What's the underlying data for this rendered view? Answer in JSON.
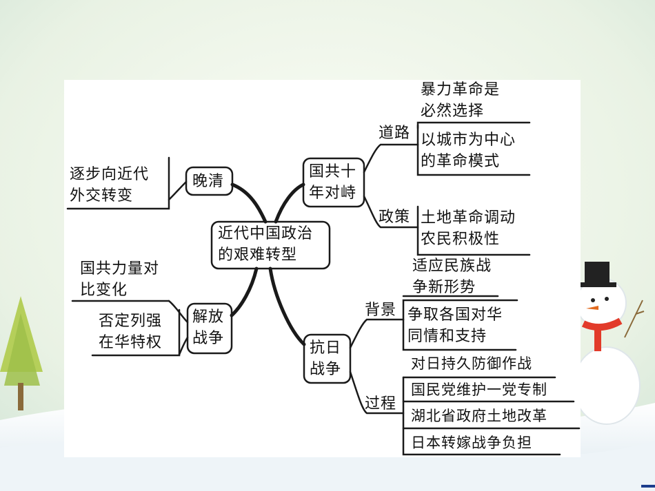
{
  "center": {
    "line1": "近代中国政治",
    "line2": "的艰难转型"
  },
  "left": {
    "wanqing": {
      "node": "晚清",
      "leaf": {
        "line1": "逐步向近代",
        "line2": "外交转变"
      }
    },
    "jiefang": {
      "node": {
        "line1": "解放",
        "line2": "战争"
      },
      "leaves": [
        {
          "line1": "国共力量对",
          "line2": "比变化"
        },
        {
          "line1": "否定列强",
          "line2": "在华特权"
        }
      ]
    }
  },
  "right": {
    "guogong": {
      "node": {
        "line1": "国共十",
        "line2": "年对峙"
      },
      "daolu": {
        "label": "道路",
        "leaves": [
          {
            "line1": "暴力革命是",
            "line2": "必然选择"
          },
          {
            "line1": "以城市为中心",
            "line2": "的革命模式"
          }
        ]
      },
      "zhengce": {
        "label": "政策",
        "leaf": {
          "line1": "土地革命调动",
          "line2": "农民积极性"
        }
      }
    },
    "kangri": {
      "node": {
        "line1": "抗日",
        "line2": "战争"
      },
      "beijing": {
        "label": "背景",
        "leaves": [
          {
            "line1": "适应民族战",
            "line2": "争新形势"
          },
          {
            "line1": "争取各国对华",
            "line2": "同情和支持"
          }
        ]
      },
      "guocheng": {
        "label": "过程",
        "items": [
          "对日持久防御作战",
          "国民党维护一党专制",
          "湖北省政府土地改革",
          "日本转嫁战争负担"
        ]
      }
    }
  }
}
